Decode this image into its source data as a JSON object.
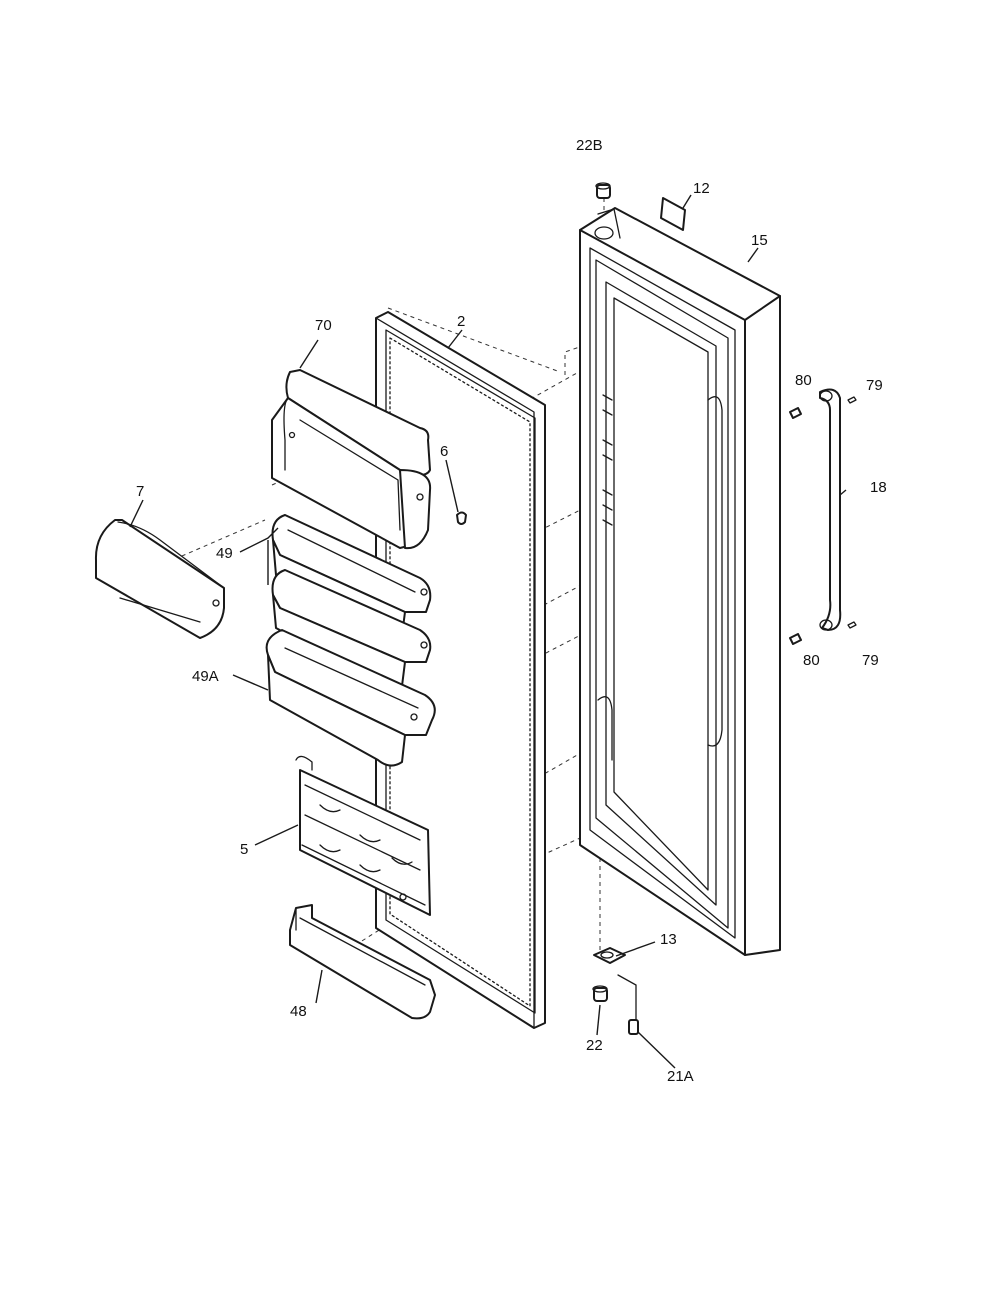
{
  "callouts": {
    "c22B": "22B",
    "c12": "12",
    "c15": "15",
    "c70": "70",
    "c2": "2",
    "c80a": "80",
    "c79a": "79",
    "c6": "6",
    "c18": "18",
    "c7": "7",
    "c49": "49",
    "c80b": "80",
    "c79b": "79",
    "c49A": "49A",
    "c5": "5",
    "c13": "13",
    "c48": "48",
    "c22": "22",
    "c21A": "21A"
  }
}
